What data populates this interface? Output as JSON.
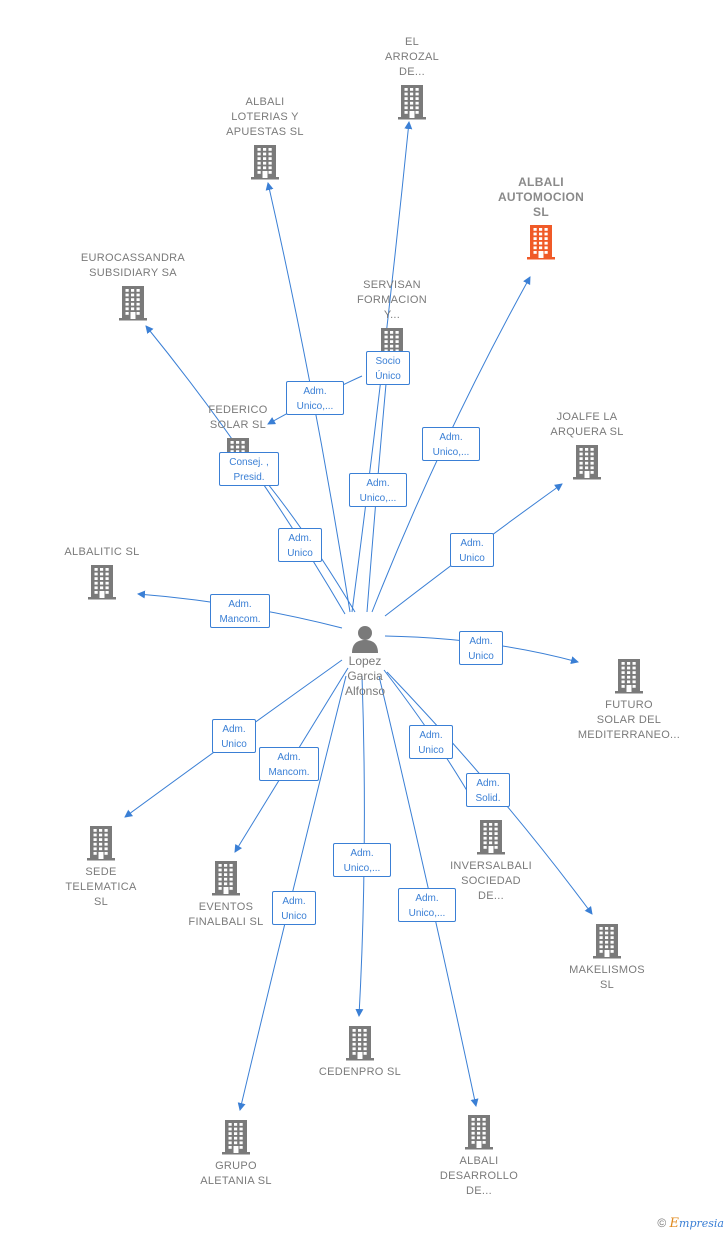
{
  "center": {
    "label": "Lopez\nGarcia\nAlfonso",
    "icon": "person-icon"
  },
  "colors": {
    "edge": "#3a7fd5",
    "building": "#7a7a7a",
    "focus_building": "#f05a28",
    "text": "#7a7a7a"
  },
  "nodes": [
    {
      "id": "el-arrozal",
      "label": "EL\nARROZAL\nDE...",
      "icon": "building-icon"
    },
    {
      "id": "albali-loterias",
      "label": "ALBALI\nLOTERIAS Y\nAPUESTAS SL",
      "icon": "building-icon"
    },
    {
      "id": "albali-automocion",
      "label": "ALBALI\nAUTOMOCION\nSL",
      "icon": "building-icon",
      "focus": true
    },
    {
      "id": "eurocassandra",
      "label": "EUROCASSANDRA\nSUBSIDIARY SA",
      "icon": "building-icon"
    },
    {
      "id": "servisan",
      "label": "SERVISAN\nFORMACION\nY...",
      "icon": "building-icon"
    },
    {
      "id": "federico-solar",
      "label": "FEDERICO\nSOLAR SL",
      "icon": "building-icon"
    },
    {
      "id": "joalfe",
      "label": "JOALFE LA\nARQUERA  SL",
      "icon": "building-icon"
    },
    {
      "id": "albalitic",
      "label": "ALBALITIC SL",
      "icon": "building-icon"
    },
    {
      "id": "futuro-solar",
      "label": "FUTURO\nSOLAR DEL\nMEDITERRANEO...",
      "icon": "building-icon"
    },
    {
      "id": "sede-telematica",
      "label": "SEDE\nTELEMATICA\nSL",
      "icon": "building-icon"
    },
    {
      "id": "eventos-finalbali",
      "label": "EVENTOS\nFINALBALI SL",
      "icon": "building-icon"
    },
    {
      "id": "inversalbali",
      "label": "INVERSALBALI\nSOCIEDAD\nDE...",
      "icon": "building-icon"
    },
    {
      "id": "makelismos",
      "label": "MAKELISMOS\nSL",
      "icon": "building-icon"
    },
    {
      "id": "cedenpro",
      "label": "CEDENPRO  SL",
      "icon": "building-icon"
    },
    {
      "id": "grupo-aletania",
      "label": "GRUPO\nALETANIA SL",
      "icon": "building-icon"
    },
    {
      "id": "albali-desarrollo",
      "label": "ALBALI\nDESARROLLO\nDE...",
      "icon": "building-icon"
    }
  ],
  "edge_labels": [
    {
      "id": "servisan-federico",
      "text": "Socio\nÚnico"
    },
    {
      "id": "to-loterias",
      "text": "Adm.\nUnico,..."
    },
    {
      "id": "to-eurocassandra",
      "text": "Consej. ,\nPresid."
    },
    {
      "id": "to-federico",
      "text": "Adm.\nUnico"
    },
    {
      "id": "to-arrozal",
      "text": "Adm.\nUnico,..."
    },
    {
      "id": "to-automocion",
      "text": "Adm.\nUnico,..."
    },
    {
      "id": "to-joalfe",
      "text": "Adm.\nUnico"
    },
    {
      "id": "to-albalitic",
      "text": "Adm.\nMancom."
    },
    {
      "id": "to-futuro",
      "text": "Adm.\nUnico"
    },
    {
      "id": "to-sede",
      "text": "Adm.\nUnico"
    },
    {
      "id": "to-eventos",
      "text": "Adm.\nMancom."
    },
    {
      "id": "to-inversalbali",
      "text": "Adm.\nUnico"
    },
    {
      "id": "to-makelismos",
      "text": "Adm.\nSolid."
    },
    {
      "id": "to-cedenpro",
      "text": "Adm.\nUnico,..."
    },
    {
      "id": "to-grupo",
      "text": "Adm.\nUnico"
    },
    {
      "id": "to-desarrollo",
      "text": "Adm.\nUnico,..."
    }
  ],
  "brand": {
    "copyright": "©",
    "name_initial": "E",
    "name_rest": "mpresia"
  }
}
